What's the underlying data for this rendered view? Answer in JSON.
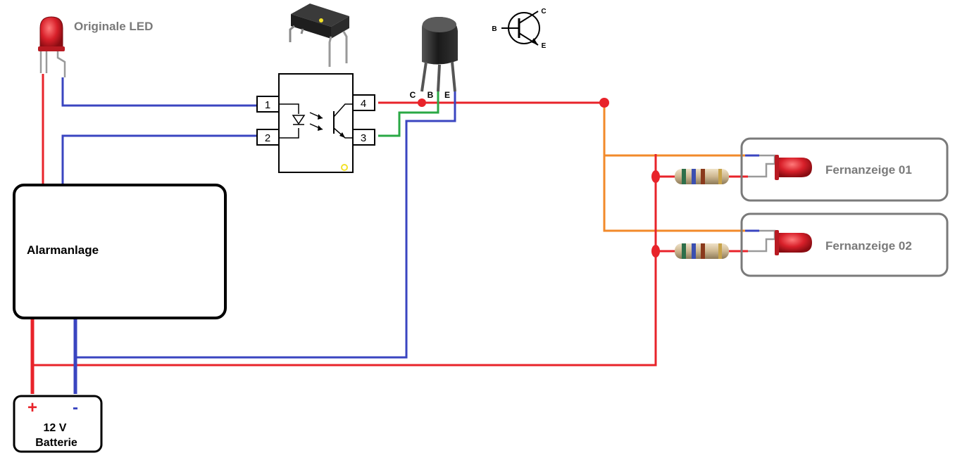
{
  "labels": {
    "original_led": "Originale LED",
    "alarm": "Alarmanlage",
    "remote1": "Fernanzeige 01",
    "remote2": "Fernanzeige 02",
    "battery_plus": "+",
    "battery_minus": "-",
    "battery_voltage": "12 V",
    "battery_name": "Batterie"
  },
  "optocoupler": {
    "pins": [
      "1",
      "2",
      "4",
      "3"
    ]
  },
  "transistor": {
    "leg_labels": [
      "C",
      "B",
      "E"
    ],
    "symbol_labels": [
      "B",
      "C",
      "E"
    ]
  },
  "colors": {
    "positive": "#e8232a",
    "negative": "#3a45c0",
    "signal": "#2aa845",
    "led_feed": "#f28a2a",
    "frame": "#000000",
    "remote_frame": "#7a7a7a",
    "label_gray": "#7a7a7a",
    "led_red": "#d8202a"
  },
  "icons": [
    "led-icon",
    "optocoupler-chip-icon",
    "transistor-icon",
    "transistor-symbol-icon",
    "resistor-icon"
  ]
}
